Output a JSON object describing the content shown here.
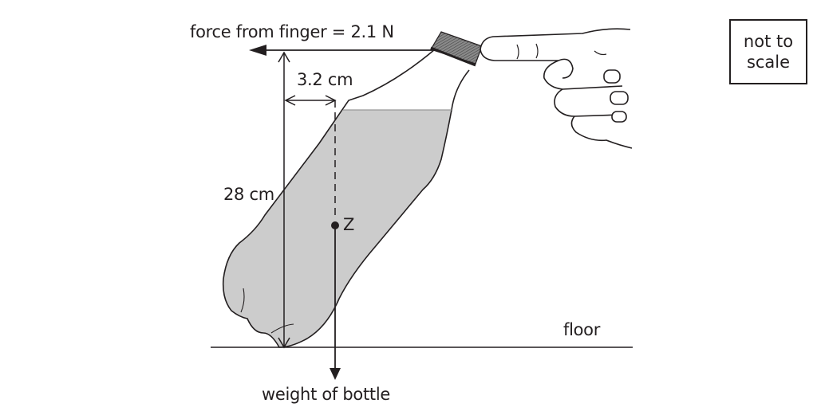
{
  "labels": {
    "force": "force from finger = 2.1 N",
    "horizontal_distance": "3.2 cm",
    "vertical_distance": "28 cm",
    "centre_of_mass": "Z",
    "floor": "floor",
    "weight": "weight of bottle"
  },
  "note": {
    "line1": "not to",
    "line2": "scale"
  },
  "colors": {
    "ink": "#231f20",
    "liquid": "#cccccc",
    "cap": "#6a6a6a",
    "background": "#ffffff"
  }
}
